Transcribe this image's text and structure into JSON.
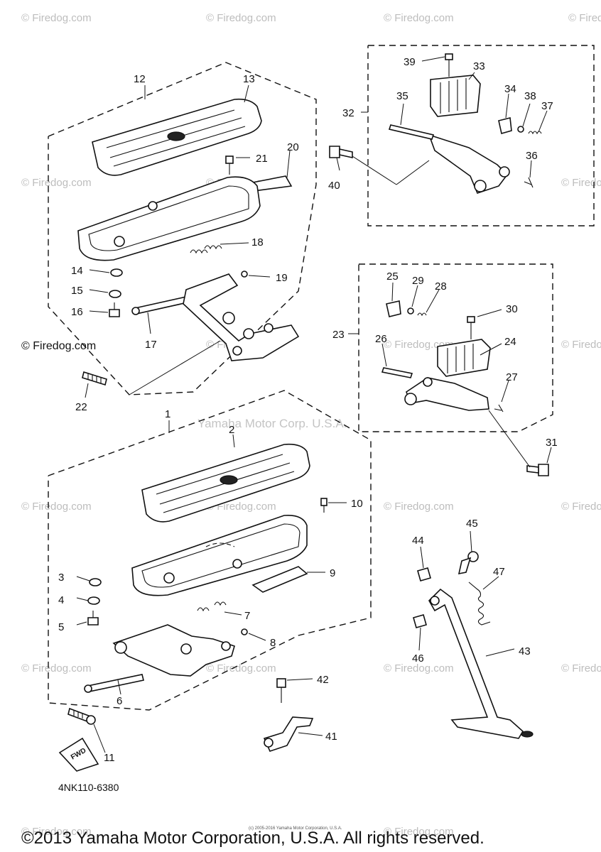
{
  "watermark": {
    "small": "© Firedog.com",
    "top_center": "Yamaha Motor Corp. U.S.A."
  },
  "callouts": {
    "c1": "1",
    "c2": "2",
    "c3": "3",
    "c4": "4",
    "c5": "5",
    "c6": "6",
    "c7": "7",
    "c8": "8",
    "c9": "9",
    "c10": "10",
    "c11": "11",
    "c12": "12",
    "c13": "13",
    "c14": "14",
    "c15": "15",
    "c16": "16",
    "c17": "17",
    "c18": "18",
    "c19": "19",
    "c20": "20",
    "c21": "21",
    "c22": "22",
    "c23": "23",
    "c24": "24",
    "c25": "25",
    "c26": "26",
    "c27": "27",
    "c28": "28",
    "c29": "29",
    "c30": "30",
    "c31": "31",
    "c32": "32",
    "c33": "33",
    "c34": "34",
    "c35": "35",
    "c36": "36",
    "c37": "37",
    "c38": "38",
    "c39": "39",
    "c40": "40",
    "c41": "41",
    "c42": "42",
    "c43": "43",
    "c44": "44",
    "c45": "45",
    "c46": "46",
    "c47": "47"
  },
  "fwd_label": "FWD",
  "diagram_code": "4NK110-6380",
  "tiny_copyright": "(c) 2005-2016 Yamaha Motor Corporation, U.S.A.",
  "footer_copyright": "©2013 Yamaha Motor Corporation, U.S.A. All rights reserved."
}
